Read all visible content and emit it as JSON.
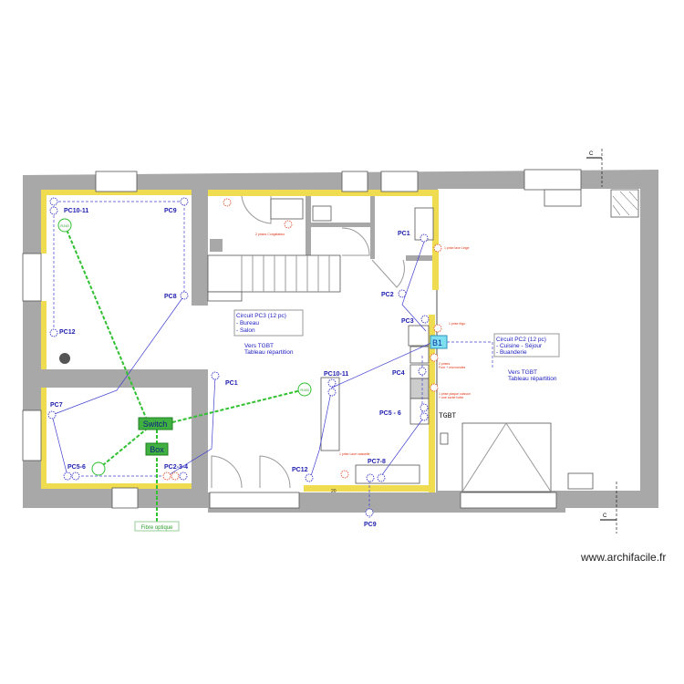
{
  "colors": {
    "wall": "#a8a8a8",
    "insulation": "#f0dc50",
    "circuit": "#2020c0",
    "network": "#30c030",
    "appliance_note": "#e03010"
  },
  "outlets": {
    "left_top": [
      "PC10-11",
      "PC9",
      "PC8",
      "PC12"
    ],
    "left_bottom": [
      "PC7",
      "PC5-6",
      "PC2-3-4"
    ],
    "center": [
      "PC1",
      "PC10-11",
      "PC12",
      "PC7-8",
      "PC9"
    ],
    "kitchen": [
      "PC1",
      "PC2",
      "PC3",
      "PC4",
      "PC5 - 6"
    ]
  },
  "network": {
    "switch": "Switch",
    "box": "Box",
    "fibre": "Fibre optique",
    "hub": "RJ45"
  },
  "circuit_pc3": {
    "title": "Circuit PC3 (12 pc)",
    "line1": "- Bureau",
    "line2": "- Salon",
    "to1": "Vers TGBT",
    "to2": "Tableau répartition"
  },
  "circuit_pc2": {
    "title": "Circuit PC2 (12 pc)",
    "line1": "- Cuisine - Séjour",
    "line2": "- Buanderie",
    "to1": "Vers TGBT",
    "to2": "Tableau répartition"
  },
  "panel": {
    "b1": "B1",
    "tgbt": "TGBT"
  },
  "notes": {
    "congelateur": "2 prises Congélateur",
    "lave_linge": "1 prise lave Linge",
    "frigo": "1 prise frigo",
    "four1": "2 prises",
    "four2": "Four + microondes",
    "plaque1": "1 prise plaque cuisson",
    "plaque2": "+ une sortie hotte",
    "lave_vaisselle": "1 prise Lave vaisselle"
  },
  "dimension": "20",
  "section_marker": "C",
  "watermark": "www.archifacile.fr"
}
